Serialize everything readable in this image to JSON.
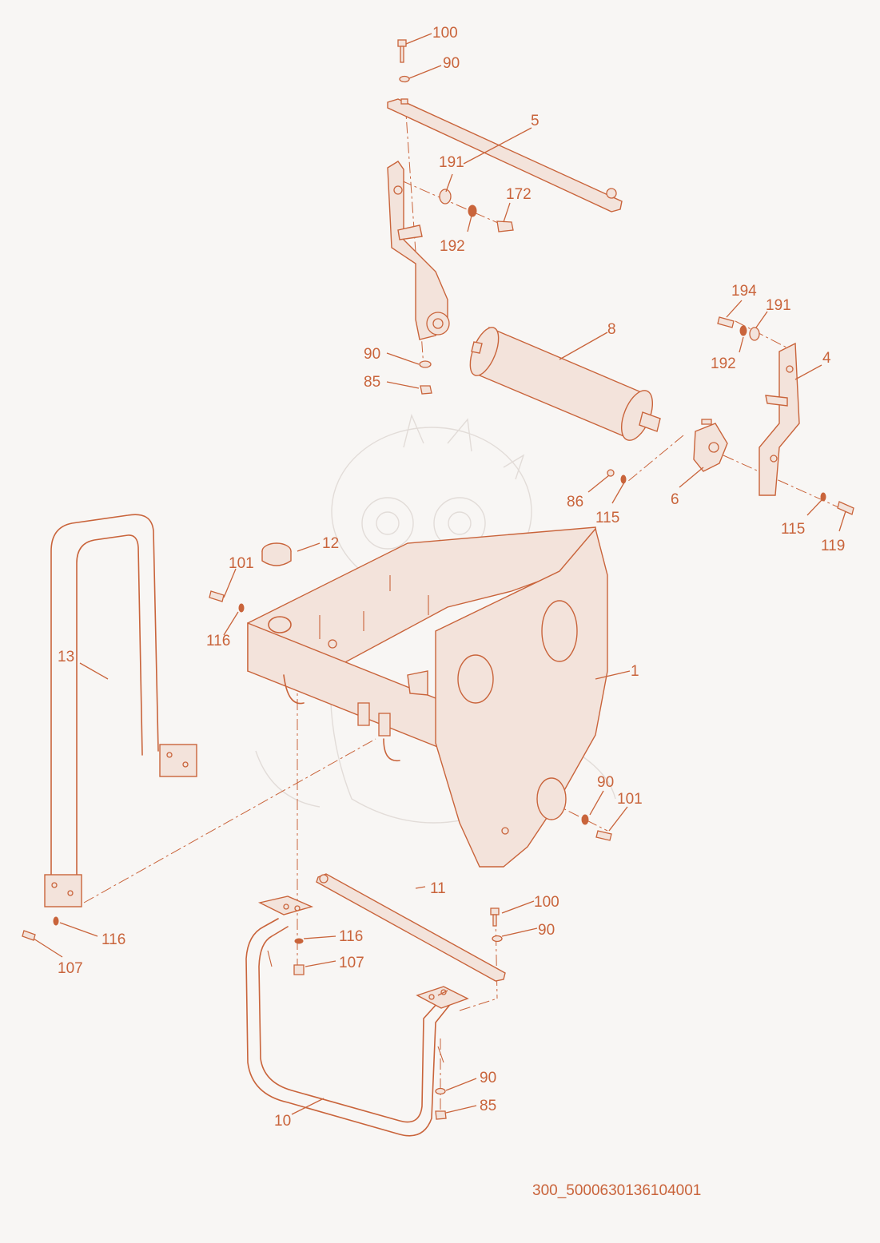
{
  "diagram": {
    "type": "exploded parts diagram",
    "line_color": "#c9643b",
    "background_color": "#f8f6f4",
    "drawing_id": "300_5000630136104001",
    "callouts": [
      {
        "id": "c-100-top",
        "label": "100",
        "part": "bolt"
      },
      {
        "id": "c-90-top",
        "label": "90",
        "part": "washer"
      },
      {
        "id": "c-5",
        "label": "5",
        "part": "upper bar"
      },
      {
        "id": "c-191-a",
        "label": "191",
        "part": "washer"
      },
      {
        "id": "c-172",
        "label": "172",
        "part": "bolt"
      },
      {
        "id": "c-192-a",
        "label": "192",
        "part": "lock washer"
      },
      {
        "id": "c-194",
        "label": "194",
        "part": "bolt"
      },
      {
        "id": "c-191-b",
        "label": "191",
        "part": "washer"
      },
      {
        "id": "c-192-b",
        "label": "192",
        "part": "lock washer"
      },
      {
        "id": "c-4",
        "label": "4",
        "part": "right bracket"
      },
      {
        "id": "c-8",
        "label": "8",
        "part": "roller"
      },
      {
        "id": "c-90-mid",
        "label": "90",
        "part": "washer"
      },
      {
        "id": "c-85-mid",
        "label": "85",
        "part": "nut"
      },
      {
        "id": "c-86",
        "label": "86",
        "part": "nut"
      },
      {
        "id": "c-115-a",
        "label": "115",
        "part": "lock washer"
      },
      {
        "id": "c-6",
        "label": "6",
        "part": "bearing plate"
      },
      {
        "id": "c-115-b",
        "label": "115",
        "part": "lock washer"
      },
      {
        "id": "c-119",
        "label": "119",
        "part": "bolt"
      },
      {
        "id": "c-12",
        "label": "12",
        "part": "cap"
      },
      {
        "id": "c-101-a",
        "label": "101",
        "part": "bolt"
      },
      {
        "id": "c-116-a",
        "label": "116",
        "part": "lock washer"
      },
      {
        "id": "c-13",
        "label": "13",
        "part": "side handle"
      },
      {
        "id": "c-1",
        "label": "1",
        "part": "frame"
      },
      {
        "id": "c-90-right",
        "label": "90",
        "part": "washer"
      },
      {
        "id": "c-101-b",
        "label": "101",
        "part": "bolt"
      },
      {
        "id": "c-11",
        "label": "11",
        "part": "lower bar"
      },
      {
        "id": "c-100-low",
        "label": "100",
        "part": "bolt"
      },
      {
        "id": "c-90-low",
        "label": "90",
        "part": "washer"
      },
      {
        "id": "c-116-b",
        "label": "116",
        "part": "lock washer"
      },
      {
        "id": "c-107-a",
        "label": "107",
        "part": "bolt"
      },
      {
        "id": "c-116-c",
        "label": "116",
        "part": "lock washer"
      },
      {
        "id": "c-107-b",
        "label": "107",
        "part": "bolt"
      },
      {
        "id": "c-90-bottom",
        "label": "90",
        "part": "washer"
      },
      {
        "id": "c-85-bottom",
        "label": "85",
        "part": "nut"
      },
      {
        "id": "c-10",
        "label": "10",
        "part": "front handle"
      }
    ]
  }
}
